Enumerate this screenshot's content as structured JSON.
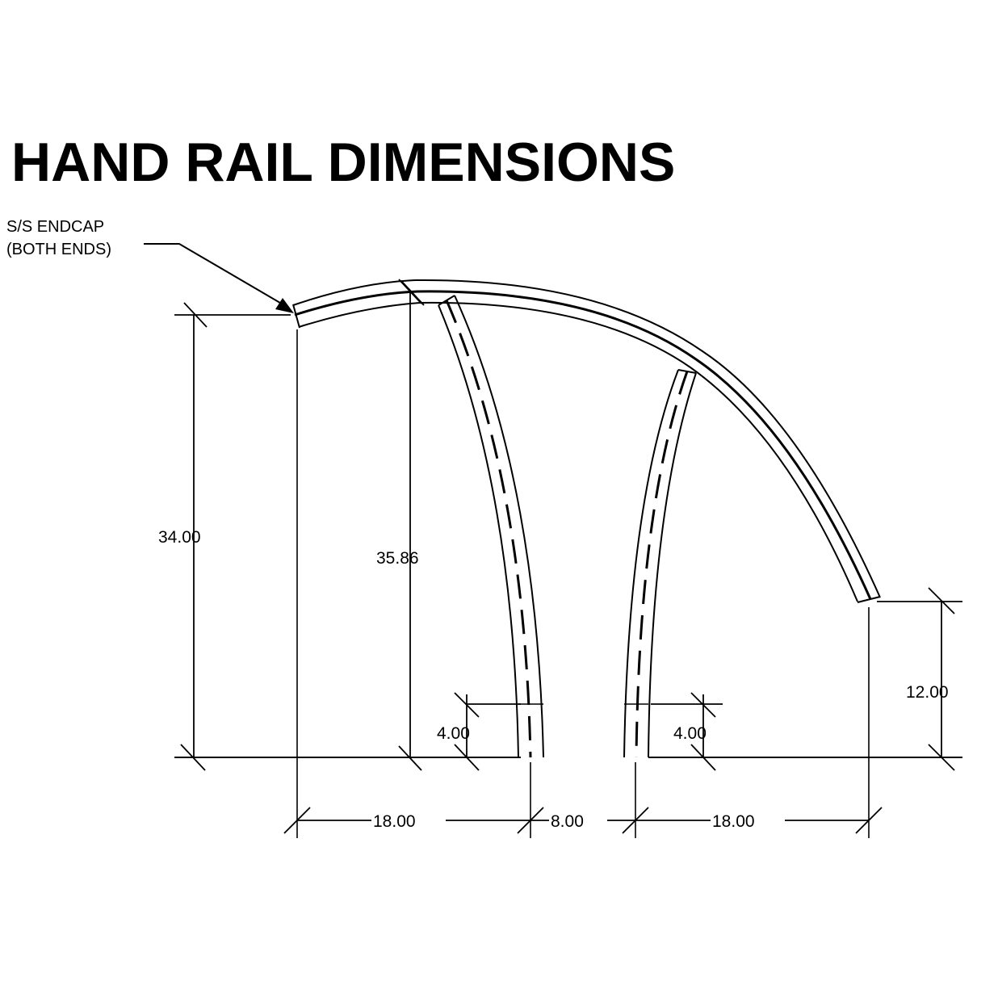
{
  "title": "HAND RAIL DIMENSIONS",
  "callout": {
    "line1": "S/S ENDCAP",
    "line2": "(BOTH ENDS)"
  },
  "dimensions": {
    "height_left": "34.00",
    "height_top": "35.86",
    "height_right": "12.00",
    "leg_left": "4.00",
    "leg_right": "4.00",
    "span_left": "18.00",
    "gap_middle": "8.00",
    "span_right": "18.00"
  },
  "colors": {
    "line": "#000000",
    "background": "#ffffff"
  }
}
